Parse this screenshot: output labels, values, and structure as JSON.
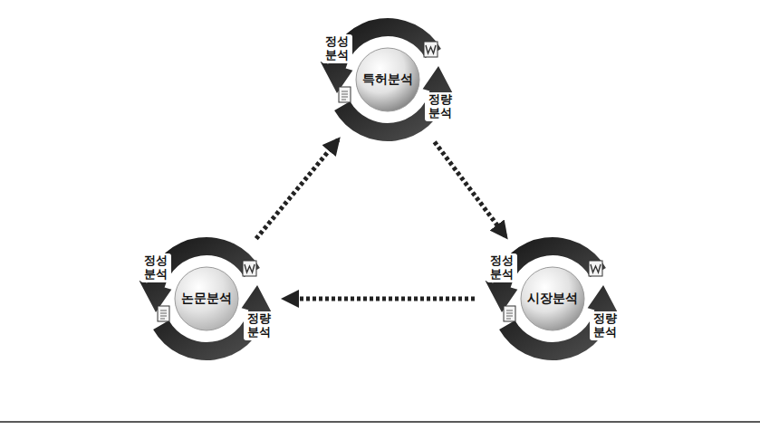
{
  "diagram": {
    "nodes": [
      {
        "text": [
          "특허분석"
        ]
      },
      {
        "text": [
          "논문분석"
        ]
      },
      {
        "text": [
          "시장분석"
        ]
      }
    ],
    "edges": [
      {
        "from": 1,
        "to": 0,
        "arrow": "to"
      },
      {
        "from": 0,
        "to": 2,
        "arrow": "to"
      },
      {
        "from": 2,
        "to": 1,
        "arrow": "to"
      }
    ],
    "labels": [
      "정성 분석",
      "정량 분석",
      "정성 분석",
      "정량 분석",
      "정성 분석",
      "정량 분석"
    ]
  }
}
